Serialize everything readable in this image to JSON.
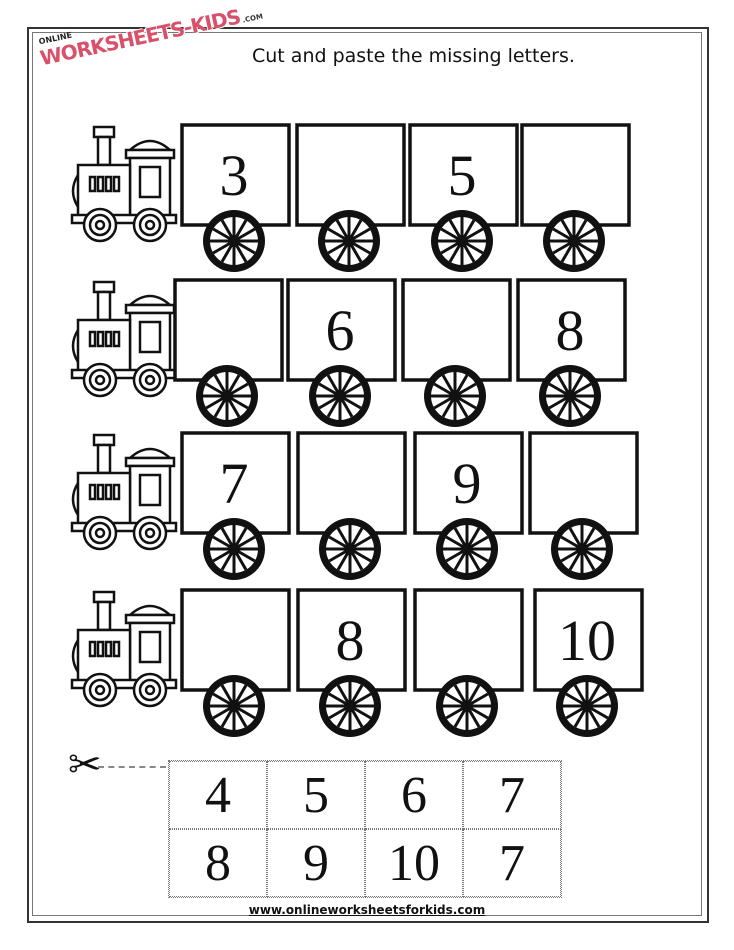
{
  "header": {
    "title": "Cut and paste the missing letters.",
    "logo": {
      "top": "ONLINE",
      "main": "WORKSHEETS-KIDS",
      "suffix": ".COM"
    }
  },
  "trains": [
    {
      "cars": [
        "3",
        "",
        "5",
        ""
      ]
    },
    {
      "cars": [
        "",
        "6",
        "",
        "8"
      ]
    },
    {
      "cars": [
        "7",
        "",
        "9",
        ""
      ]
    },
    {
      "cars": [
        "",
        "8",
        "",
        "10"
      ]
    }
  ],
  "cutouts": {
    "icon": "scissors-icon",
    "cells": [
      "4",
      "5",
      "6",
      "7",
      "8",
      "9",
      "10",
      "7"
    ]
  },
  "footer": {
    "url": "www.onlineworksheetsforkids.com"
  }
}
